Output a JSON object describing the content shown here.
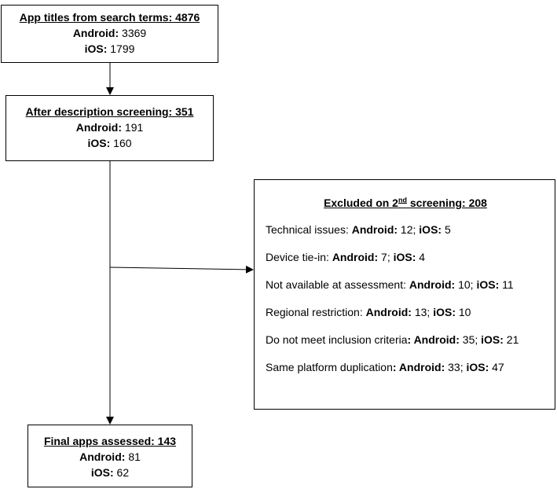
{
  "box1": {
    "title": "App titles from search terms: 4876",
    "android_label": "Android:",
    "android_value": "3369",
    "ios_label": "iOS:",
    "ios_value": "1799"
  },
  "box2": {
    "title": "After description screening: 351",
    "android_label": "Android:",
    "android_value": "191",
    "ios_label": "iOS:",
    "ios_value": "160"
  },
  "excluded": {
    "title_pre": "Excluded on 2",
    "title_sup": "nd",
    "title_post": " screening: 208",
    "items": [
      {
        "reason": "Technical issues: ",
        "android_label": "Android:",
        "android_value": " 12; ",
        "ios_label": "iOS:",
        "ios_value": " 5"
      },
      {
        "reason": "Device tie-in: ",
        "android_label": "Android:",
        "android_value": " 7; ",
        "ios_label": "iOS:",
        "ios_value": " 4"
      },
      {
        "reason": "Not available at assessment: ",
        "android_label": "Android:",
        "android_value": " 10; ",
        "ios_label": "iOS:",
        "ios_value": " 11"
      },
      {
        "reason": "Regional restriction: ",
        "android_label": "Android:",
        "android_value": " 13; ",
        "ios_label": "iOS:",
        "ios_value": " 10"
      },
      {
        "reason": "Do not meet inclusion criteria",
        "android_label": ": Android:",
        "android_value": " 35; ",
        "ios_label": "iOS:",
        "ios_value": " 21"
      },
      {
        "reason": "Same platform duplication",
        "android_label": ": Android:",
        "android_value": " 33; ",
        "ios_label": "iOS:",
        "ios_value": " 47"
      }
    ]
  },
  "box3": {
    "title": "Final apps assessed: 143",
    "android_label": "Android:",
    "android_value": "81",
    "ios_label": "iOS:",
    "ios_value": "62"
  }
}
